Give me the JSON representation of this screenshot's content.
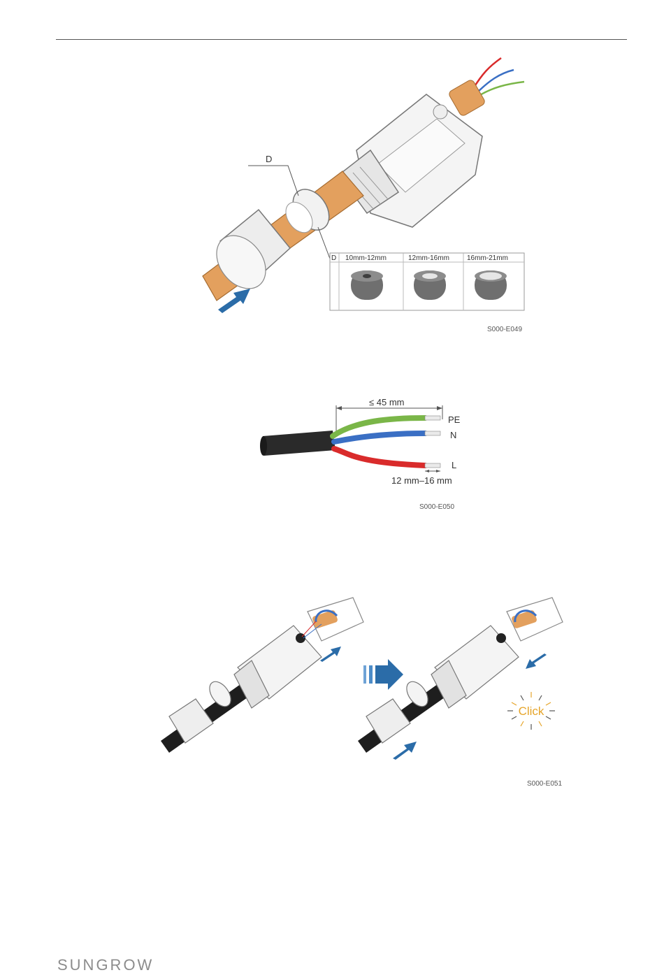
{
  "figure1": {
    "callout_label": "D",
    "table_header_label": "D",
    "ranges": [
      "10mm-12mm",
      "12mm-16mm",
      "16mm-21mm"
    ],
    "figure_id": "S000-E049"
  },
  "figure2": {
    "strip_length": "≤ 45 mm",
    "wire_labels": [
      "PE",
      "N",
      "L"
    ],
    "conductor_strip": "12 mm–16 mm",
    "figure_id": "S000-E050",
    "wire_colors": {
      "PE": "#7ab648",
      "N": "#3a6fc4",
      "L": "#d92b2b"
    }
  },
  "figure3": {
    "click_label": "Click",
    "figure_id": "S000-E051"
  },
  "footer": {
    "brand": "SUNGROW"
  }
}
